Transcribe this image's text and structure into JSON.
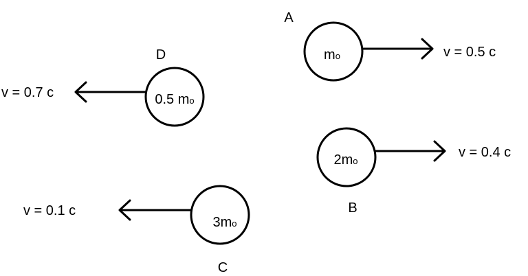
{
  "objects": [
    {
      "letter": "A",
      "mass_coeff": "",
      "mass_symbol": "m",
      "mass_sub": "o",
      "velocity": "v = 0.5 c",
      "direction": "right"
    },
    {
      "letter": "B",
      "mass_coeff": "2",
      "mass_symbol": "m",
      "mass_sub": "o",
      "velocity": "v = 0.4 c",
      "direction": "right"
    },
    {
      "letter": "C",
      "mass_coeff": "3",
      "mass_symbol": "m",
      "mass_sub": "o",
      "velocity": "v = 0.1 c",
      "direction": "left"
    },
    {
      "letter": "D",
      "mass_coeff": "0.5 ",
      "mass_symbol": "m",
      "mass_sub": "o",
      "velocity": "v = 0.7 c",
      "direction": "left"
    }
  ]
}
